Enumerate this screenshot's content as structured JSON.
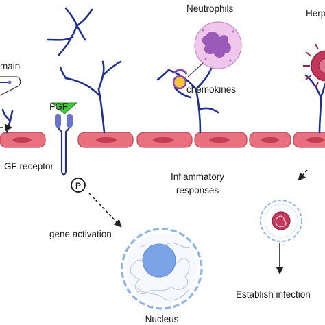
{
  "labels": {
    "neutrophils": "Neutrophils",
    "herpes_partial": "Herp",
    "domain_partial": "main",
    "chemokines": "chemokines",
    "fgf": "FGF",
    "fgf_receptor_partial": "GF receptor",
    "phosphate": "P",
    "inflammatory_line1": "Inflammatory",
    "inflammatory_line2": "responses",
    "gene_activation": "gene activation",
    "establish_infection_partial": "Establish infection",
    "nucleus": "Nucleus"
  },
  "colors": {
    "glycan_chain": "#1f2f8f",
    "cell_fill": "#e8707f",
    "cell_nucleus": "#c23c52",
    "cell_stroke": "#b8485a",
    "receptor": "#6a74c8",
    "fgf_ligand": "#44c83a",
    "neutrophil_body": "#f1c6ec",
    "neutrophil_nucleus": "#9a5ab8",
    "chemokine": "#f2c53a",
    "virus": "#c2385a",
    "nucleus_envelope": "#8fb4e8",
    "nucleolus": "#7aa4e6"
  },
  "icons": [
    "neutrophil-cell-icon",
    "herpes-virus-icon",
    "fgf-ligand-icon",
    "fgf-receptor-icon",
    "phosphate-icon",
    "nucleus-icon",
    "infected-cell-icon"
  ]
}
